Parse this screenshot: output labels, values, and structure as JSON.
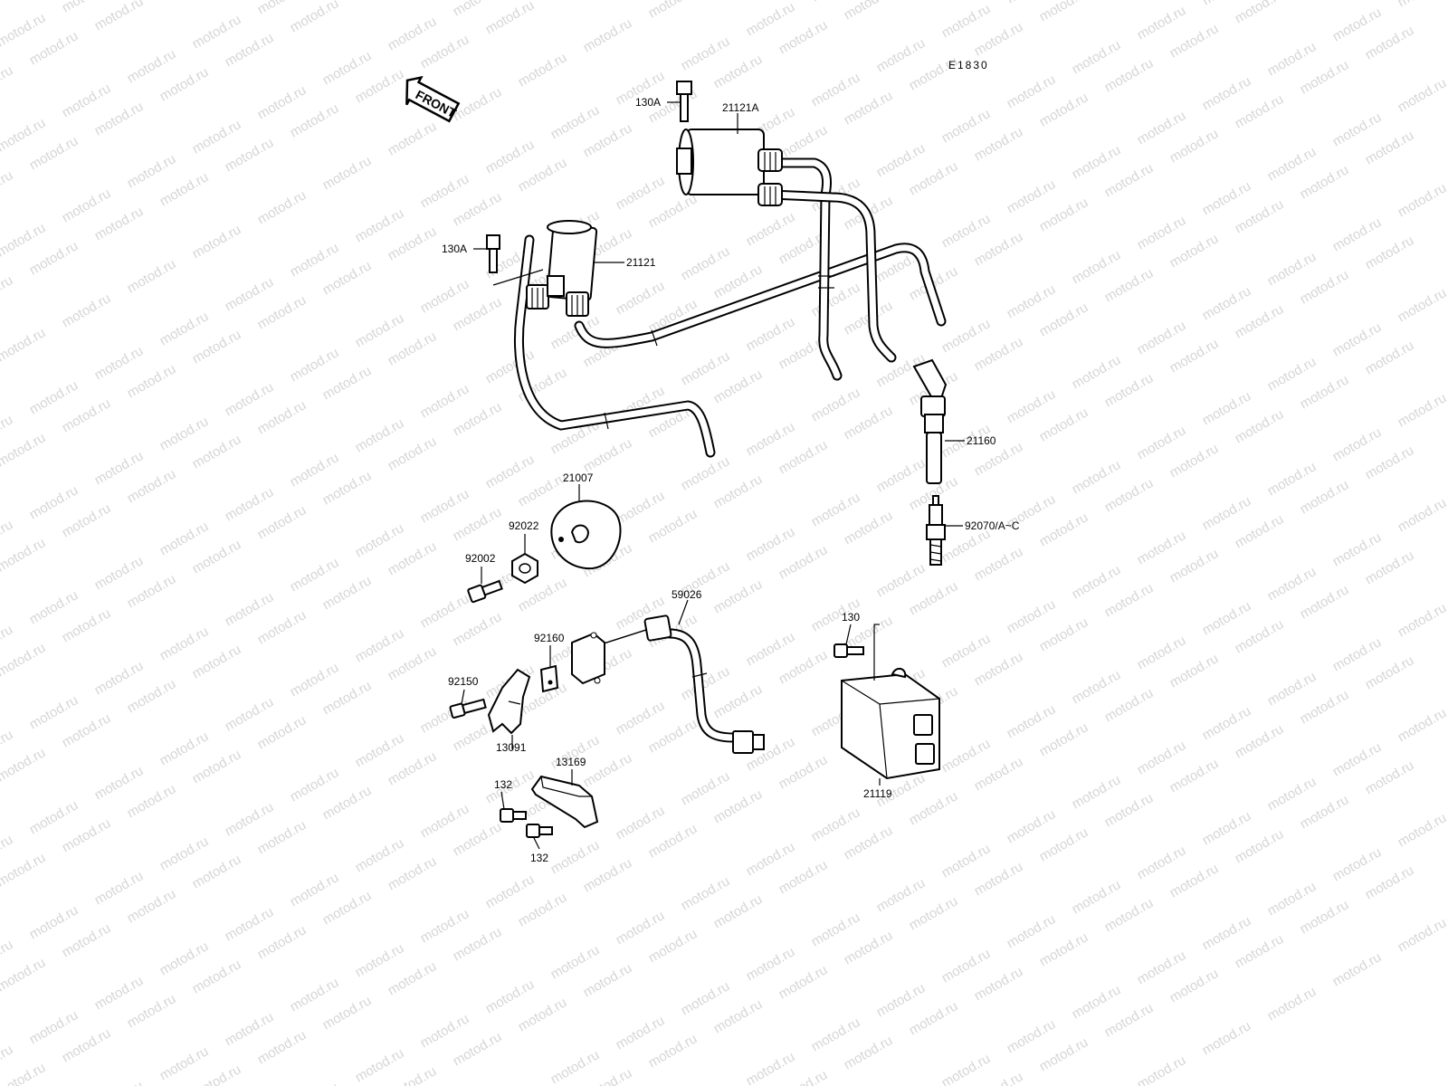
{
  "diagram_code": "E1830",
  "front_label": "FRONT",
  "watermark": "motod.ru",
  "labels": {
    "bolt_130A_top": "130A",
    "coil_21121A": "21121A",
    "bolt_130A_left": "130A",
    "coil_21121": "21121",
    "cap_21160": "21160",
    "plate_21007": "21007",
    "nut_92022": "92022",
    "bolt_92002": "92002",
    "plug_92070": "92070/A~C",
    "lead_59026": "59026",
    "pad_92160": "92160",
    "bolt_130": "130",
    "bolt_92150": "92150",
    "bracket_13091": "13091",
    "cover_13169": "13169",
    "igniter_21119": "21119",
    "bolt_132_top": "132",
    "bolt_132_bottom": "132"
  }
}
